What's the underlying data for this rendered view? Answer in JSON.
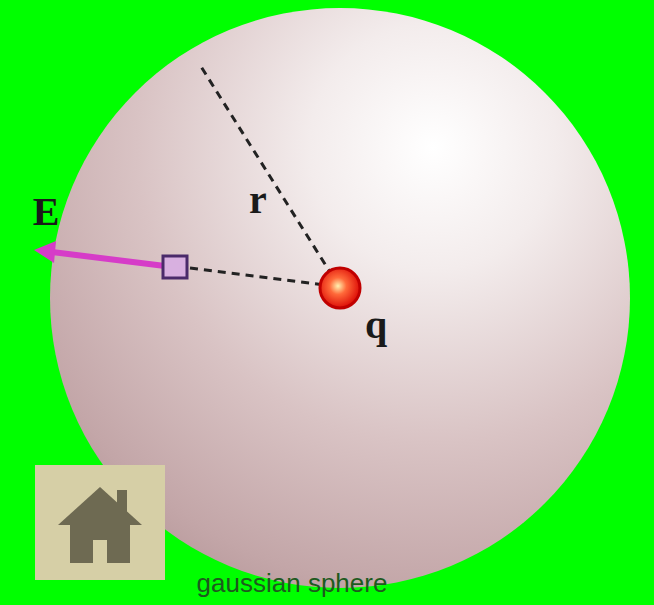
{
  "diagram": {
    "labels": [
      "E",
      "r",
      "q",
      "gaussian sphere"
    ]
  }
}
